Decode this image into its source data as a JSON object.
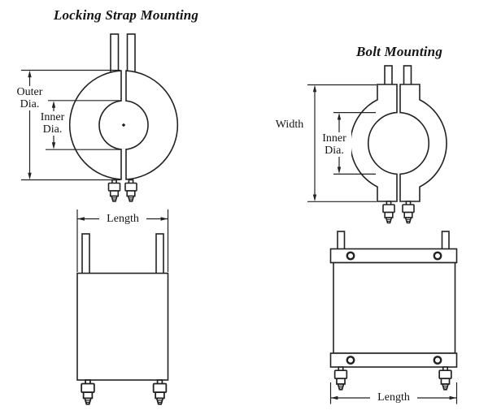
{
  "colors": {
    "background": "#ffffff",
    "line": "#222222",
    "text": "#151515"
  },
  "figure": {
    "locking_strap": {
      "title": "Locking Strap Mounting",
      "front": {
        "outer_dia_label": {
          "line1": "Outer",
          "line2": "Dia."
        },
        "inner_dia_label": {
          "line1": "Inner",
          "line2": "Dia."
        }
      },
      "side": {
        "length_label": "Length"
      }
    },
    "bolt": {
      "title": "Bolt Mounting",
      "front": {
        "width_label": "Width",
        "inner_dia_label": {
          "line1": "Inner",
          "line2": "Dia."
        }
      },
      "side": {
        "length_label": "Length"
      }
    }
  }
}
